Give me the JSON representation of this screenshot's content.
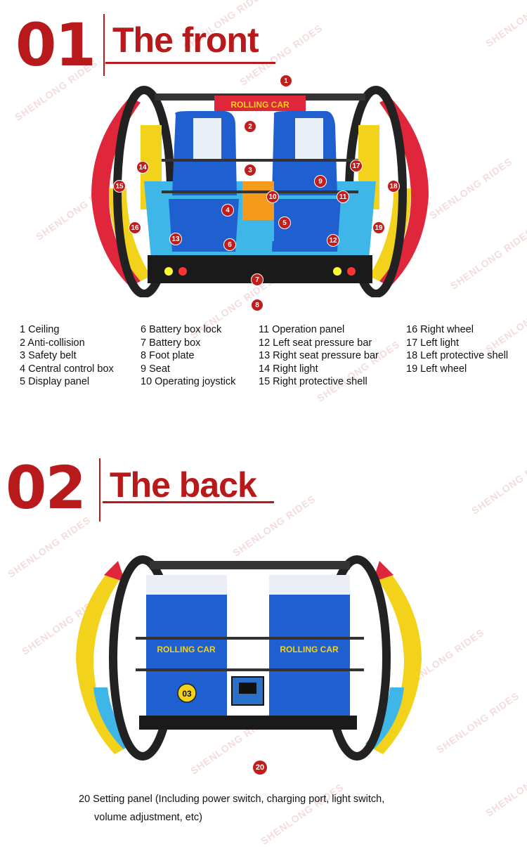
{
  "watermark_text": "SHENLONG RIDES",
  "front": {
    "number": "01",
    "title": "The front",
    "callouts": [
      "1",
      "2",
      "3",
      "4",
      "5",
      "6",
      "7",
      "8",
      "9",
      "10",
      "11",
      "12",
      "13",
      "14",
      "15",
      "16",
      "17",
      "18",
      "19"
    ],
    "legend": [
      [
        "1 Ceiling",
        "2 Anti-collision",
        "3 Safety belt",
        "4 Central control box",
        "5 Display panel"
      ],
      [
        "6 Battery box lock",
        "7 Battery box",
        "8 Foot plate",
        "9 Seat",
        "10 Operating joystick"
      ],
      [
        "11 Operation panel",
        "12 Left seat pressure bar",
        "13 Right seat pressure bar",
        "14 Right light",
        "15 Right protective shell"
      ],
      [
        "16 Right wheel",
        "17 Left light",
        "18 Left protective shell",
        "19 Left wheel"
      ]
    ]
  },
  "back": {
    "number": "02",
    "title": "The back",
    "callout": "20",
    "seat_badge": "03",
    "seat_brand": "ROLLING CAR",
    "note_line1": "20 Setting panel (Including power switch, charging port, light switch,",
    "note_line2": "volume adjustment, etc)"
  },
  "colors": {
    "accent": "#b8191a",
    "callout": "#c21d1d",
    "seat_blue": "#1f5fd0",
    "shell_red": "#e0263a",
    "shell_yellow": "#f2d21b",
    "shell_cyan": "#3fb6e8"
  }
}
